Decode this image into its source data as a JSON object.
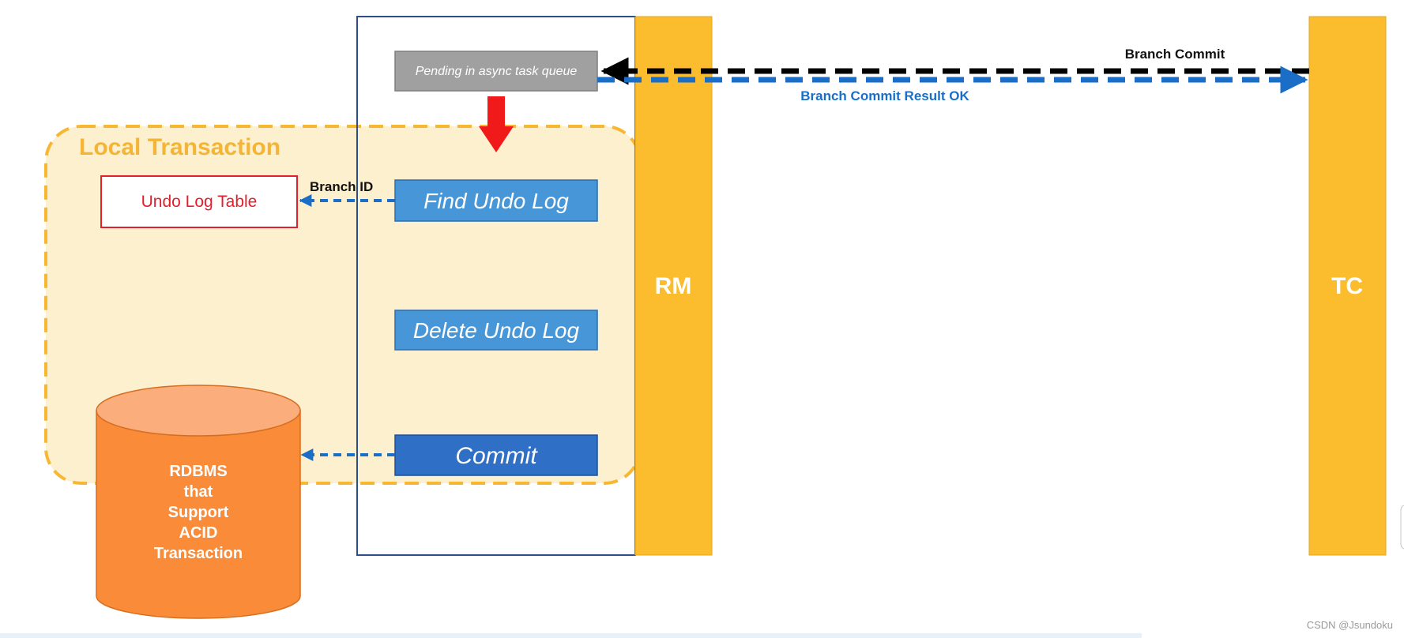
{
  "diagram": {
    "local_transaction_label": "Local Transaction",
    "pending_queue_label": "Pending in async task queue",
    "find_undo_log_label": "Find Undo Log",
    "delete_undo_log_label": "Delete Undo Log",
    "commit_label": "Commit",
    "undo_log_table_label": "Undo Log Table",
    "branch_id_label": "Branch ID",
    "database_label_lines": [
      "RDBMS",
      "that",
      "Support",
      "ACID",
      "Transaction"
    ],
    "rm_label": "RM",
    "tc_label": "TC",
    "branch_commit_label": "Branch Commit",
    "branch_commit_result_label": "Branch Commit Result OK",
    "watermark": "CSDN @Jsundoku"
  },
  "colors": {
    "lane_fill": "#fbbd2e",
    "local_tx_fill": "#fdf0cf",
    "local_tx_border": "#f7b733",
    "local_tx_text": "#f4b536",
    "pending_fill": "#a0a0a0",
    "step_fill": "#4696d8",
    "commit_fill": "#2f6fc6",
    "undo_table_border": "#e2202c",
    "undo_table_text": "#e2202c",
    "dashed_blue": "#1a6ec8",
    "dashed_black": "#000000",
    "red_arrow": "#f01a1a",
    "database_body": "#f98b39",
    "database_top": "#fbad7c",
    "rm_container_border": "#2c4f8c"
  }
}
